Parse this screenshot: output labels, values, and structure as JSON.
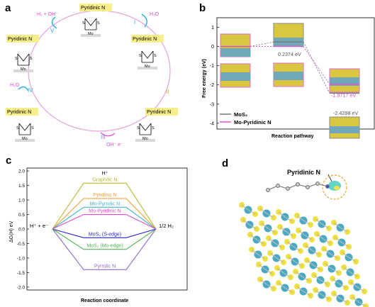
{
  "panels": {
    "a": {
      "label": "a",
      "steps": [
        "I",
        "II",
        "III",
        "IV",
        "V"
      ],
      "site_label": "Pyridinic N",
      "reactions": {
        "h2_plus_oh": "H₂ + OH⁻",
        "h2o_1": "H₂O",
        "h2o_2": "H₂O",
        "oh_e": "OH⁻  e⁻"
      },
      "colors": {
        "ring": "#e7a8e0",
        "label_bg": "#f6ee8a",
        "step": "#2bb5e0",
        "step2": "#e3a81a",
        "oh": "#e04ad8"
      }
    },
    "b": {
      "label": "b",
      "ylabel": "Free energy (eV)",
      "xlabel": "Reaction pathway",
      "yticks": [
        "1",
        "0",
        "-1",
        "-2",
        "-3",
        "-4"
      ],
      "annotations": [
        "0.2374 eV",
        "-1.9717 eV",
        "-2.4298 eV"
      ],
      "legend": [
        "MoS₂",
        "Mo-Pyridinic N"
      ],
      "colors": {
        "mos2": "#777777",
        "mopyr": "#e055c8",
        "box": "#e06ad3"
      }
    },
    "c": {
      "label": "c",
      "ylabel": "ΔG(H) eV",
      "xlabel": "Reaction coordinate",
      "left": "H⁺ + e⁻",
      "right": "1/2 H₂",
      "yticks": [
        "2.0",
        "1.5",
        "1.0",
        "0.5",
        "0.0",
        "-0.5",
        "-1.0",
        "-1.5",
        "-2.0"
      ]
    },
    "d": {
      "label": "d",
      "site_label": "Pyridinic N"
    }
  },
  "chart_data": [
    {
      "type": "line",
      "title": "",
      "xlabel": "Reaction pathway",
      "ylabel": "Free energy (eV)",
      "ylim": [
        -4.3,
        1.5
      ],
      "series": [
        {
          "name": "MoS₂",
          "x": [
            0,
            1,
            2
          ],
          "values": [
            0,
            0.2374,
            -2.4298
          ]
        },
        {
          "name": "Mo-Pyridinic N",
          "x": [
            0,
            1,
            2
          ],
          "values": [
            0,
            0,
            -1.9717
          ]
        }
      ]
    },
    {
      "type": "line",
      "title": "",
      "xlabel": "Reaction coordinate",
      "ylabel": "ΔG(H) eV",
      "ylim": [
        -2.1,
        2.1
      ],
      "series": [
        {
          "name": "H⁺\nGraphitic N",
          "value": 1.58,
          "color": "#b7b92f"
        },
        {
          "name": "Pyridinic N",
          "value": 1.05,
          "color": "#f19a36"
        },
        {
          "name": "Mo-Pyrrolic N",
          "value": 0.75,
          "color": "#42b5cf"
        },
        {
          "name": "Mo-Pyridinic N",
          "value": 0.5,
          "color": "#df4bd1"
        },
        {
          "name": "MoS₂ (S-edge)",
          "value": -0.3,
          "color": "#2424c8"
        },
        {
          "name": "MoS₂ (Mo-edge)",
          "value": -0.7,
          "color": "#52b552"
        },
        {
          "name": "Pyrrolic N",
          "value": -1.4,
          "color": "#8e6bcf"
        }
      ]
    }
  ]
}
